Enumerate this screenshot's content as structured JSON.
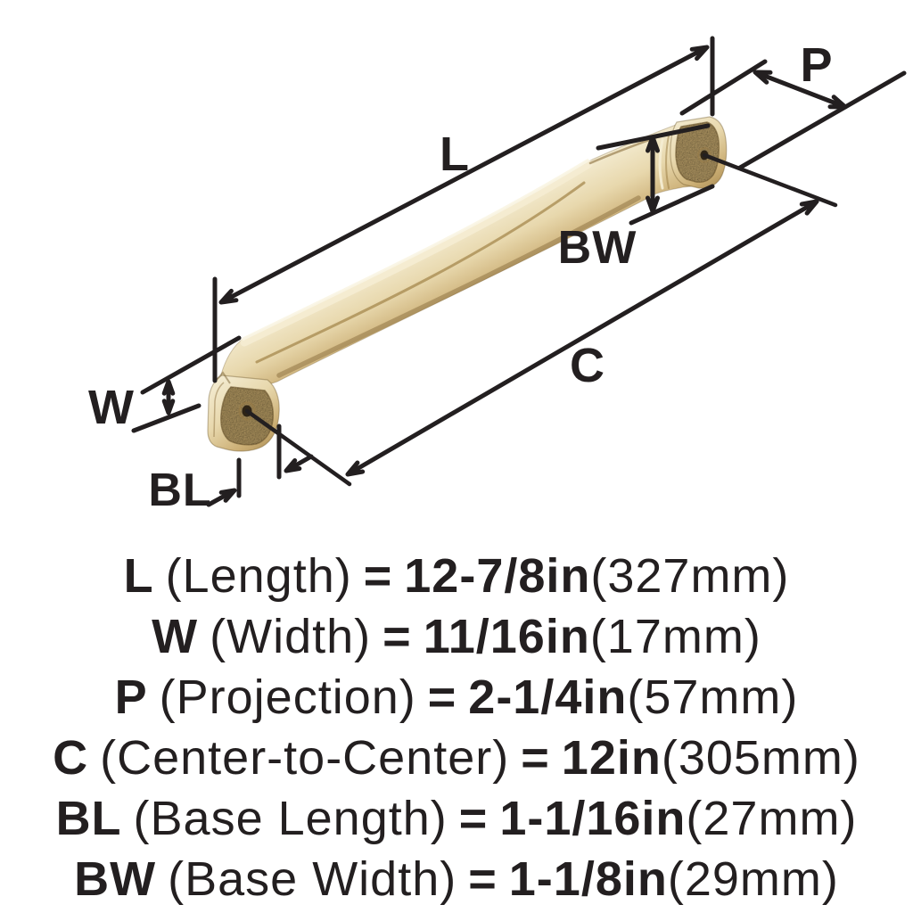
{
  "diagram": {
    "labels": {
      "length": "L",
      "projection": "P",
      "base_width": "BW",
      "center_to_center": "C",
      "width": "W",
      "base_length": "BL"
    }
  },
  "specs": [
    {
      "code": "L",
      "name": "(Length)",
      "eq": "=",
      "value": "12-7/8in",
      "metric": "(327mm)"
    },
    {
      "code": "W",
      "name": "(Width)",
      "eq": "=",
      "value": "11/16in",
      "metric": "(17mm)"
    },
    {
      "code": "P",
      "name": "(Projection)",
      "eq": "=",
      "value": "2-1/4in",
      "metric": "(57mm)"
    },
    {
      "code": "C",
      "name": "(Center-to-Center)",
      "eq": "=",
      "value": "12in",
      "metric": "(305mm)"
    },
    {
      "code": "BL",
      "name": "(Base Length)",
      "eq": "=",
      "value": "1-1/16in",
      "metric": "(27mm)"
    },
    {
      "code": "BW",
      "name": "(Base Width)",
      "eq": "=",
      "value": "1-1/8in",
      "metric": "(29mm)"
    }
  ],
  "colors": {
    "bg": "#ffffff",
    "ink": "#231f20",
    "bronze-hi": "#f4ecd2",
    "bronze-light": "#e8d8ad",
    "bronze-mid": "#cbae74",
    "bronze-dark": "#a88a52",
    "bronze-deep": "#8a6d3d",
    "pad-face": "#c7aa6e",
    "pad-face-right": "#cbae73",
    "hole": "#2e2416"
  }
}
